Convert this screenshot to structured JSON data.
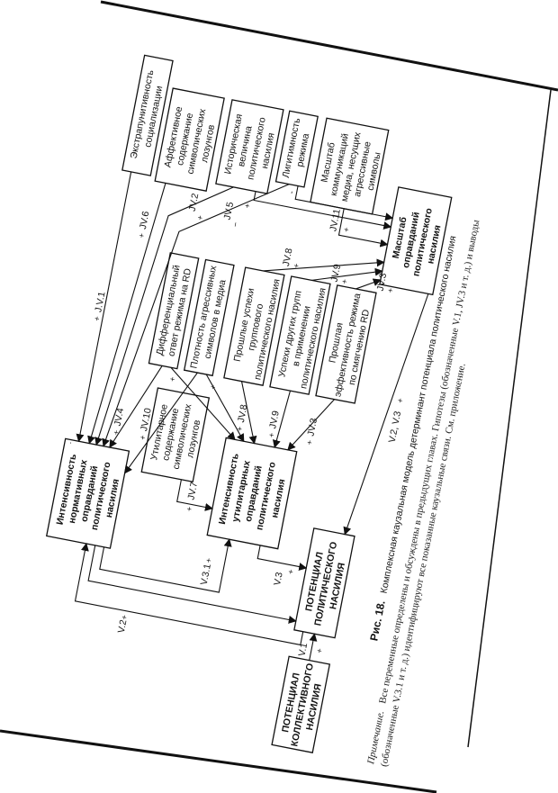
{
  "nodes": {
    "extrapunitive": [
      "Экстрапунитивность",
      "социализации"
    ],
    "affective": [
      "Аффективное",
      "содержание",
      "символических",
      "лозунгов"
    ],
    "historical": [
      "Историческая",
      "величина",
      "политического",
      "насилия"
    ],
    "legitimacy": [
      "Лигитимность",
      "режима"
    ],
    "media_scale": [
      "Масштаб",
      "коммуникаций",
      "медиа, несущих",
      "агрессивные",
      "символы"
    ],
    "scale_justif": [
      "Масштаб",
      "оправданий",
      "политического",
      "насилия"
    ],
    "differential": [
      "Дифференциальный",
      "ответ режима на RD"
    ],
    "density": [
      "Плотность агрессивных",
      "символов в медиа"
    ],
    "past_group": [
      "Прошлые успехи",
      "группового",
      "политического насилия"
    ],
    "other_groups": [
      "Успехи других групп",
      "в применении",
      "политического насилия"
    ],
    "past_regime": [
      "Прошлая",
      "эффективность режима",
      "по смягчению RD"
    ],
    "normative": [
      "Интенсивность",
      "нормативных",
      "оправданий",
      "политического",
      "насилия"
    ],
    "utilitarian_content": [
      "Утилитарное",
      "содержание",
      "символических",
      "лозунгов"
    ],
    "utilitarian": [
      "Интенсивность",
      "утилитарных",
      "оправданий",
      "политического",
      "насилия"
    ],
    "potential_political": [
      "ПОТЕНЦИАЛ",
      "ПОЛИТИЧЕСКОГО",
      "НАСИЛИЯ"
    ],
    "potential_collective": [
      "ПОТЕНЦИАЛ",
      "КОЛЛЕКТИВНОГО",
      "НАСИЛИЯ"
    ]
  },
  "edge_labels": {
    "jv1": "J.V.1",
    "jv1_sign": "+",
    "jv6": "JV.6",
    "jv6_sign": "+",
    "jv2": "JV.2",
    "jv2_sign": "+",
    "jv5": "JV.5",
    "jv5_sign": "−",
    "jv11": "JV.11",
    "jv11_sign": "+",
    "hist_sign": "+",
    "legit_sign": "-",
    "jv8_top": "JV.8",
    "jv8_top_sign": "+",
    "jv9_top": "JV.9",
    "jv9_top_sign": "+",
    "jv3_top": "JV.3",
    "jv3_top_sign": "+",
    "jv4": "JV.4",
    "jv4_sign": "+",
    "jv10": "JV.10",
    "jv10_sign": "+",
    "jv8": "JV.8",
    "jv8_sign": "+",
    "jv9": "JV.9",
    "jv9_sign": "+",
    "jv3": "JV.3",
    "jv3_sign": "+",
    "diff_sign": "+",
    "dens_sign": "+",
    "jv7": "JV.7",
    "jv7_sign": "+",
    "v31": "V.3.1",
    "v31_sign": "+",
    "v2": "V.2",
    "v2_sign": "+",
    "v3": "V.3",
    "v3_sign": "+",
    "v2v3": "V.2, V.3",
    "v2v3_sign": "+",
    "v1": "V.1",
    "v1_sign": "+",
    "norm_dot": "·"
  },
  "caption": {
    "label": "Рис. 18.",
    "text": "Комплексная каузальная модель детерминант потенциала политического насилия"
  },
  "note": {
    "lead": "Примечание.",
    "line1": "Все переменные определены и обсуждены в предыдущих главах. Гипотезы (обозначенные V.1, JV.3 и т. д.) и выводы",
    "line2": "(обозначенные V.3.1 и т. д.) идентифицируют все показанные каузальные связи. См. приложение."
  }
}
